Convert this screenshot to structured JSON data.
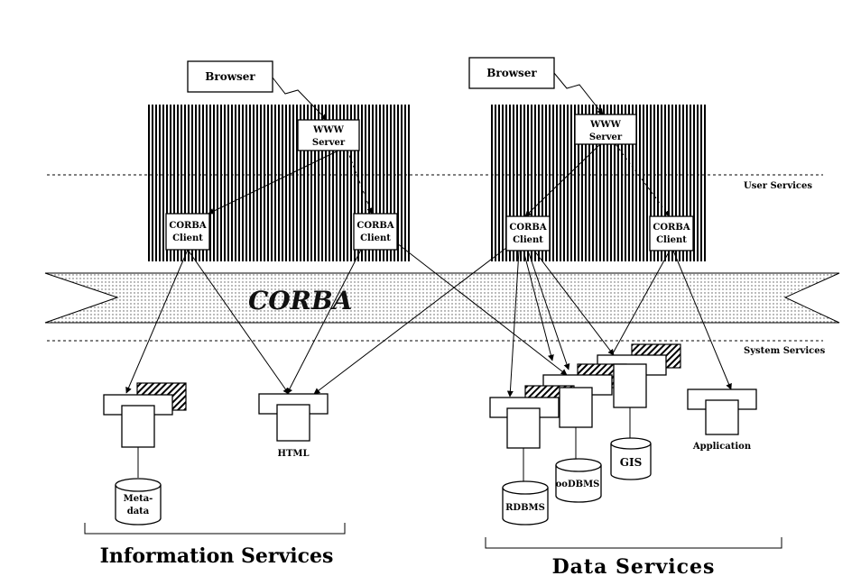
{
  "browsers": [
    "Browser",
    "Browser"
  ],
  "www_server": {
    "line1": "WWW",
    "line2": "Server"
  },
  "corba_client": {
    "line1": "CORBA",
    "line2": "Client"
  },
  "corba_label": "CORBA",
  "layers": {
    "user_services": "User Services",
    "system_services": "System Services"
  },
  "components": {
    "metadata_line1": "Meta-",
    "metadata_line2": "data",
    "html": "HTML",
    "rdbms": "RDBMS",
    "oodbms": "ooDBMS",
    "gis": "GIS",
    "application": "Application"
  },
  "sections": {
    "information": "Information Services",
    "data": "Data Services"
  }
}
